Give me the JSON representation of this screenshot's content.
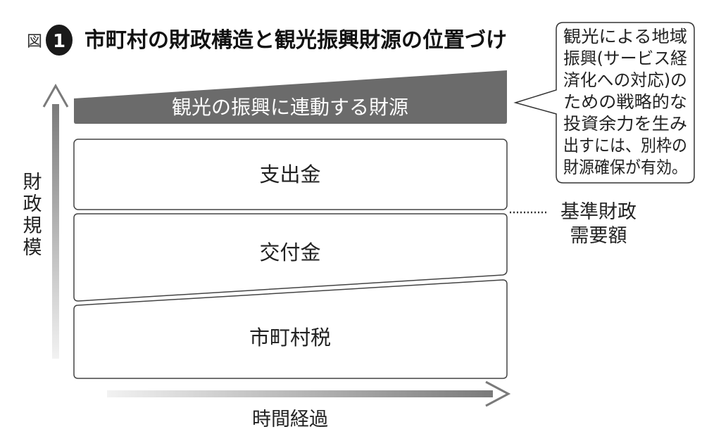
{
  "title": {
    "prefix": "図",
    "number": "1",
    "text": "市町村の財政構造と観光振興財源の位置づけ"
  },
  "tourism_band": {
    "label": "観光の振興に連動する財源"
  },
  "layers": {
    "expenditure": "支出金",
    "grant": "交付金",
    "tax": "市町村税"
  },
  "axes": {
    "y_label": "財政規模",
    "x_label": "時間経過"
  },
  "standard_demand": {
    "line1": "基準財政",
    "line2": "需要額"
  },
  "callout": {
    "lines": [
      "観光による地域",
      "振興(サービス経",
      "済化への対応)の",
      "ための戦略的な",
      "投資余力を生み",
      "出すには、別枠の",
      "財源確保が有効。"
    ]
  },
  "colors": {
    "dark_band": "#6b6b6b",
    "badge": "#1a1a1a",
    "box_border": "#444444",
    "axis_dark": "#7a7a7a",
    "axis_light": "#f2f2f2"
  }
}
